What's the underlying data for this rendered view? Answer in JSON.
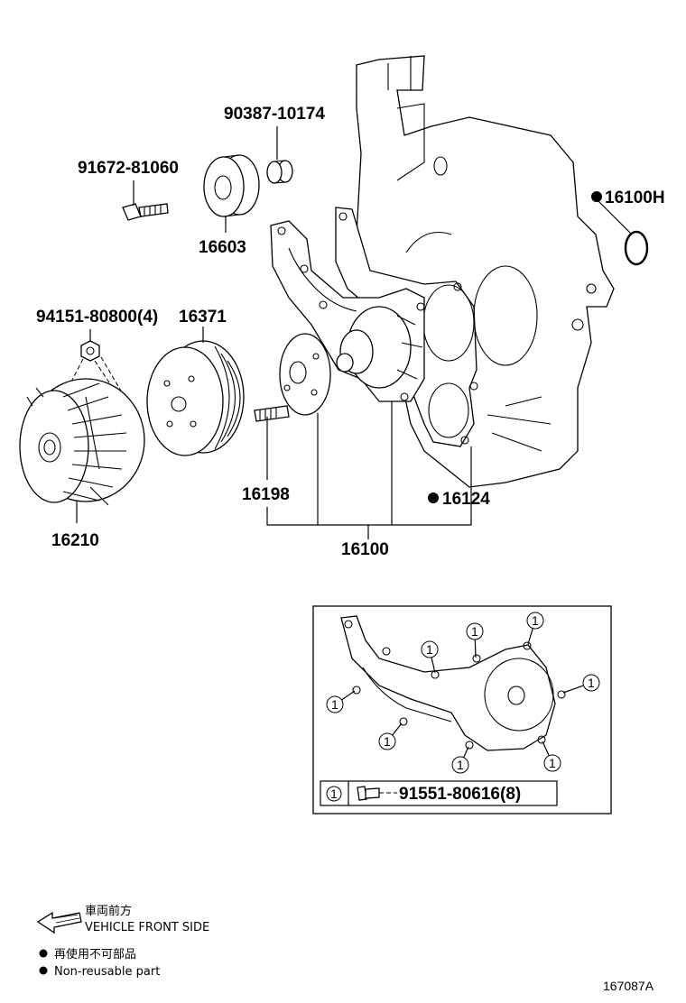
{
  "parts": {
    "p90387": "90387-10174",
    "p91672": "91672-81060",
    "p16603": "16603",
    "p16100H": "16100H",
    "p94151": "94151-80800(4)",
    "p16371": "16371",
    "p16198": "16198",
    "p16124": "16124",
    "p16210": "16210",
    "p16100": "16100"
  },
  "inset": {
    "callout": "1",
    "bolt_part": "91551-80616(8)"
  },
  "legend": {
    "front_jp": "車両前方",
    "front_en": "VEHICLE FRONT SIDE",
    "nonreuse_jp": "再使用不可部品",
    "nonreuse_en": "Non-reusable part"
  },
  "diagram_id": "167087A"
}
